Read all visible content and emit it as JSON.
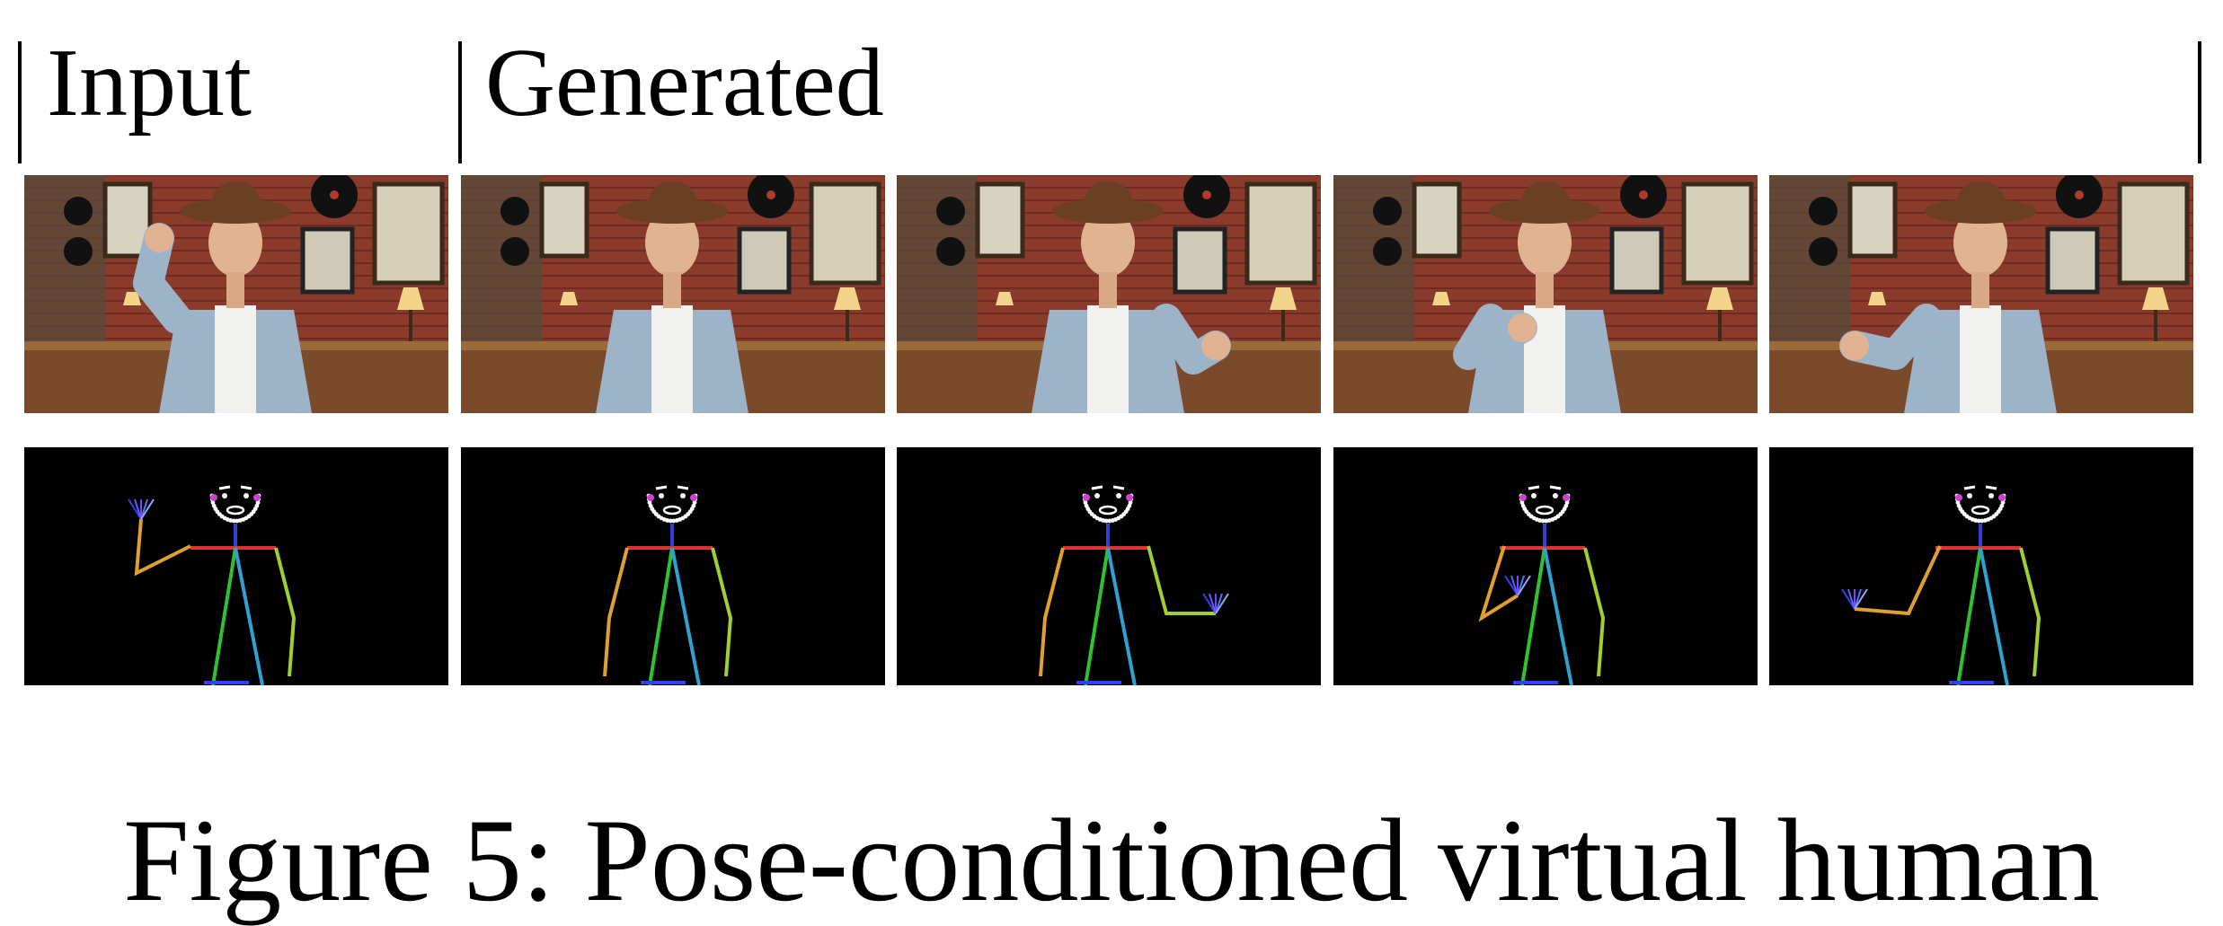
{
  "header": {
    "input_label": "Input",
    "generated_label": "Generated"
  },
  "rows": [
    {
      "kind": "photo",
      "frames": [
        "input",
        "generated",
        "generated",
        "generated",
        "generated"
      ]
    },
    {
      "kind": "pose",
      "frames": [
        "input",
        "generated",
        "generated",
        "generated",
        "generated"
      ]
    }
  ],
  "poses": [
    "right-hand-raised-wave",
    "hands-down",
    "left-hand-out",
    "right-hand-on-chest",
    "right-hand-forward"
  ],
  "colors": {
    "pose_background": "#000000",
    "wall_brick": "#8a3b2c",
    "jacket": "#9db3c8",
    "hat": "#6b3f22"
  },
  "caption": "Figure 5: Pose-conditioned virtual human"
}
